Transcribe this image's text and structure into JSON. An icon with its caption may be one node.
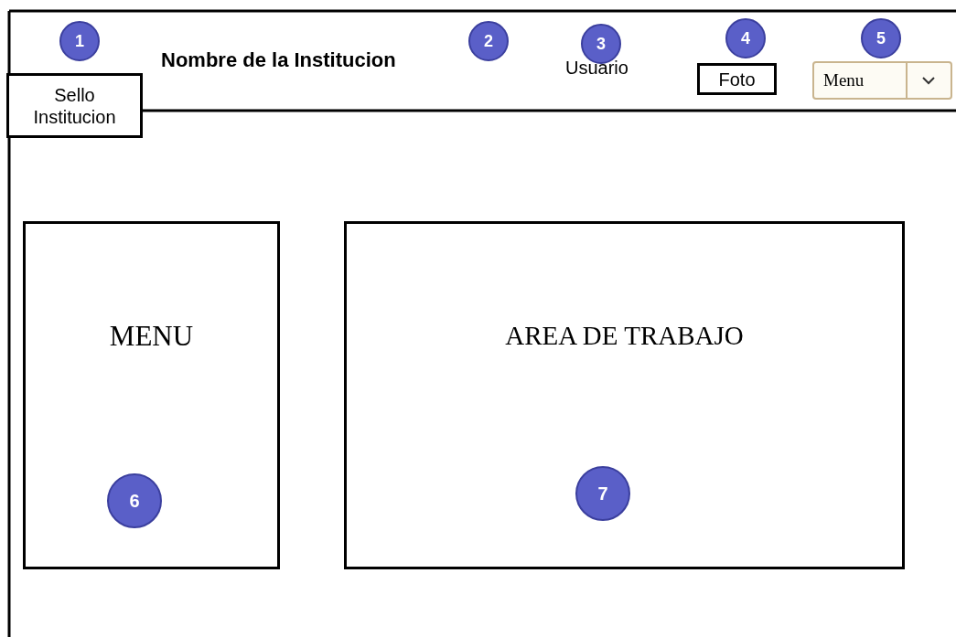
{
  "diagram": {
    "nodes": [
      {
        "text": [
          "Sello Institucion"
        ]
      },
      {
        "text": [
          "Foto"
        ]
      },
      {
        "text": [
          "Menu"
        ]
      },
      {
        "text": [
          "MENU"
        ]
      },
      {
        "text": [
          "AREA DE TRABAJO"
        ]
      }
    ],
    "labels": [
      "1",
      "2",
      "3",
      "4",
      "5",
      "Nombre de la Institucion",
      "Usuario",
      "6",
      "7"
    ]
  }
}
